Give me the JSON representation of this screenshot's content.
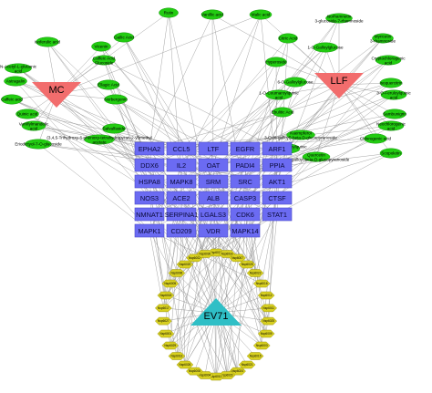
{
  "hubs": [
    {
      "id": "mc",
      "label": "MC",
      "shape": "inverted-triangle",
      "color": "#f26d6d"
    },
    {
      "id": "llf",
      "label": "LLF",
      "shape": "inverted-triangle",
      "color": "#f26d6d"
    },
    {
      "id": "ev71",
      "label": "EV71",
      "shape": "triangle",
      "color": "#2fbfc6"
    }
  ],
  "compounds": [
    {
      "label": "Rutin"
    },
    {
      "label": "Vanillic acid"
    },
    {
      "label": "Malic acid"
    },
    {
      "label": "Isorhamnetin 3-glucoside-7-rhamnoside"
    },
    {
      "label": "Isoferulic acid"
    },
    {
      "label": "Gallic Acid"
    },
    {
      "label": "Citric Acid"
    },
    {
      "label": "1-O-Galloylglucose"
    },
    {
      "label": "Myricetin 3-rhamnoside"
    },
    {
      "label": "N-Acetyl-L-glutamic acid"
    },
    {
      "label": "Vicenin"
    },
    {
      "label": "Hyperoside"
    },
    {
      "label": "Cryptochlorogenic acid"
    },
    {
      "label": "Caffeic Acid Glucoside"
    },
    {
      "label": "6-O-Galloylglucose"
    },
    {
      "label": "Isoquercitrin"
    },
    {
      "label": "Astragalin"
    },
    {
      "label": "3-O-Feruloylquinic acid"
    },
    {
      "label": "Ellagic Acid"
    },
    {
      "label": "1-O-Coumaroylquinic acid"
    },
    {
      "label": "Caffeic acid"
    },
    {
      "label": "Norbergenin"
    },
    {
      "label": "Sambunigrin"
    },
    {
      "label": "Quinic acid"
    },
    {
      "label": "Ebulitic Acid"
    },
    {
      "label": "Neochlorogenic acid"
    },
    {
      "label": "Vanillylmandelic acid"
    },
    {
      "label": "Salvalfaside"
    },
    {
      "label": "(3,4,5-Trihydroxy-6-phenoxy-tetrahydropyran-2-yl)methyl acetate"
    },
    {
      "label": "Kaempferol 3-O-(6-galloyl)-beta-D-glucopyranoside"
    },
    {
      "label": "Chlorogenic acid"
    },
    {
      "label": "Eriodictyol-7-O-glucoside"
    },
    {
      "label": "4-O-Coumaroylquinic acid"
    },
    {
      "label": "Scopoletin"
    },
    {
      "label": "Quercetin 3-O-galloyl-beta-D-glucopyranoside"
    }
  ],
  "targets": [
    {
      "label": "EPHA2"
    },
    {
      "label": "CCL5"
    },
    {
      "label": "LTF"
    },
    {
      "label": "EGFR"
    },
    {
      "label": "ARF1"
    },
    {
      "label": "DDX6"
    },
    {
      "label": "IL2"
    },
    {
      "label": "OAT"
    },
    {
      "label": "PADI4"
    },
    {
      "label": "PPIA"
    },
    {
      "label": "HSPA8"
    },
    {
      "label": "MAPK8"
    },
    {
      "label": "SRM"
    },
    {
      "label": "SRC"
    },
    {
      "label": "AKT1"
    },
    {
      "label": "NOS3"
    },
    {
      "label": "ACE2"
    },
    {
      "label": "ALB"
    },
    {
      "label": "CASP3"
    },
    {
      "label": "CTSF"
    },
    {
      "label": "NMNAT1"
    },
    {
      "label": "SERPINA1"
    },
    {
      "label": "LGALS3"
    },
    {
      "label": "CDK6"
    },
    {
      "label": "STAT1"
    },
    {
      "label": "MAPK1"
    },
    {
      "label": "CD209"
    },
    {
      "label": "VDR"
    },
    {
      "label": "MAPK14"
    }
  ],
  "viral": [
    {
      "label": "Nsp6019"
    },
    {
      "label": "Nsp6014"
    },
    {
      "label": "Nsp6007"
    },
    {
      "label": "Nsp6028"
    },
    {
      "label": "Nsp6022"
    },
    {
      "label": "Nsp6016"
    },
    {
      "label": "Nsp6012"
    },
    {
      "label": "Nsp6011"
    },
    {
      "label": "Nsp6025"
    },
    {
      "label": "Nsp6009"
    },
    {
      "label": "Nsp6003"
    },
    {
      "label": "Nsp6015"
    },
    {
      "label": "Nsp6021"
    },
    {
      "label": "Nsp6024"
    },
    {
      "label": "Nsp6023"
    },
    {
      "label": "Nsp6010"
    },
    {
      "label": "Nsp6004"
    },
    {
      "label": "Nsp6008"
    },
    {
      "label": "Nsp6026"
    },
    {
      "label": "Nsp6013"
    },
    {
      "label": "Nsp6029"
    },
    {
      "label": "Nsp6001"
    },
    {
      "label": "Nsp6027"
    },
    {
      "label": "Nsp6017"
    },
    {
      "label": "Nsp6018"
    },
    {
      "label": "Nsp6005"
    },
    {
      "label": "Nsp6006"
    },
    {
      "label": "Nsp6020"
    },
    {
      "label": "Nsp6002"
    },
    {
      "label": "Nsp6030"
    }
  ],
  "colors": {
    "compound_fill": "#22cc11",
    "compound_stroke": "#129a08",
    "target_fill": "#6b6bf2",
    "target_stroke": "#4a4ac8",
    "viral_fill": "#d8d020",
    "viral_stroke": "#9a9410",
    "hub_host_fill": "#f26d6d",
    "hub_virus_fill": "#2fbfc6",
    "edge": "#8f8f8f"
  }
}
